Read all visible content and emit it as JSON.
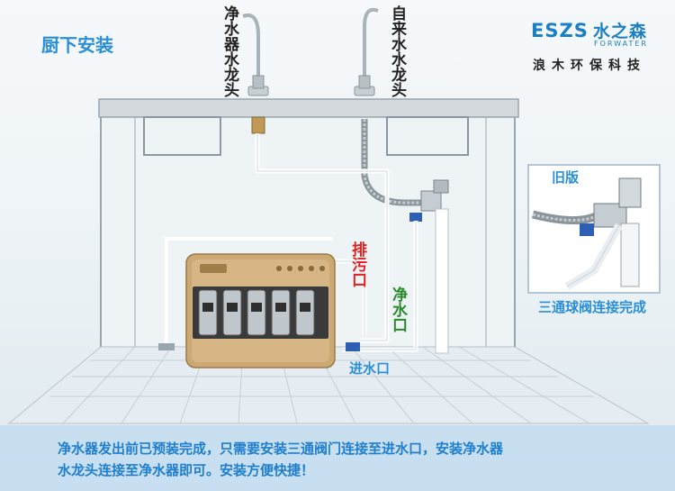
{
  "title": "厨下安装",
  "labels": {
    "purifier_faucet": "净水器水龙头",
    "tap_faucet": "自来水水龙头",
    "drain_port": "排污口",
    "clean_port": "净水口",
    "inlet_port": "进水口",
    "old_version": "旧版",
    "valve_done": "三通球阀连接完成"
  },
  "logo": {
    "brand": "ESZS",
    "name_cn": "水之森",
    "name_en": "FORWATER",
    "slogan": "浪木环保科技"
  },
  "footer": {
    "line1": "净水器发出前已预装完成，只需要安装三通阀门连接至进水口，安装净水器",
    "line2": "水龙头连接至净水器即可。安装方便快捷！"
  },
  "colors": {
    "accent": "#2b8fd6",
    "drain_red": "#e02020",
    "clean_green": "#2a8a2a",
    "device_gold": "#c9a06a"
  }
}
